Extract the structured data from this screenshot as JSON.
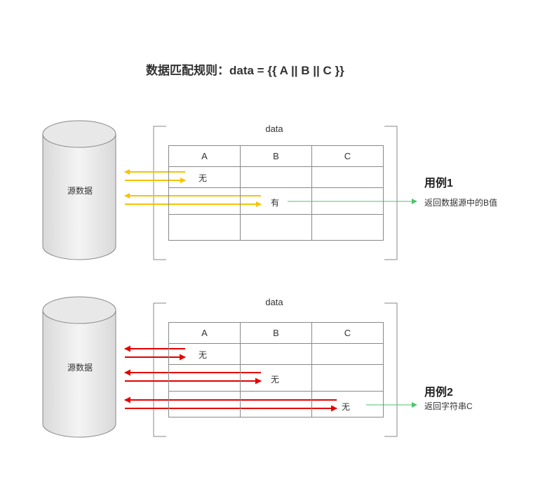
{
  "title": "数据匹配规则：data = {{ A || B || C }}",
  "diagram_1": {
    "source_label": "源数据",
    "data_label": "data",
    "columns": [
      "A",
      "B",
      "C"
    ],
    "notes": [
      "无",
      "有"
    ],
    "case_title": "用例1",
    "case_desc": "返回数据源中的B值",
    "arrow_color": "#f5c400",
    "result_arrow_color": "#4cc46a"
  },
  "diagram_2": {
    "source_label": "源数据",
    "data_label": "data",
    "columns": [
      "A",
      "B",
      "C"
    ],
    "notes": [
      "无",
      "无",
      "无"
    ],
    "case_title": "用例2",
    "case_desc": "返回字符串C",
    "arrow_color": "#e60000",
    "result_arrow_color": "#4cc46a"
  }
}
